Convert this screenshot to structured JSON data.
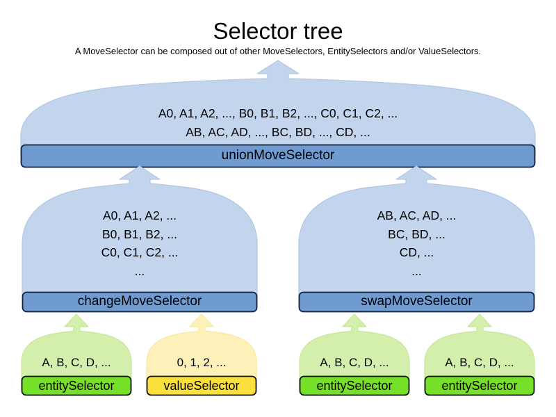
{
  "header": {
    "title": "Selector tree",
    "subtitle": "A MoveSelector can be composed out of other MoveSelectors, EntitySelectors and/or ValueSelectors."
  },
  "colors": {
    "move_dome_fill": "#c3d5ec",
    "move_dome_stroke": "#b0c6e2",
    "move_bar_fill": "#6f9bd1",
    "move_bar_stroke": "#14213a",
    "entity_dome_fill": "#d3efab",
    "entity_dome_stroke": "#c6e79b",
    "entity_bar_fill": "#76e028",
    "entity_bar_stroke": "#111111",
    "value_dome_fill": "#fdf0b8",
    "value_dome_stroke": "#fbe79f",
    "value_bar_fill": "#fbe03c",
    "value_bar_stroke": "#111111",
    "text": "#000000",
    "background": "#ffffff"
  },
  "nodes": {
    "union": {
      "label": "unionMoveSelector",
      "contents": "A0, A1, A2, ..., B0, B1, B2, ..., C0, C1, C2, ...\nAB, AC, AD, ..., BC, BD, ..., CD, ...",
      "kind": "move-selector"
    },
    "change": {
      "label": "changeMoveSelector",
      "contents": "A0, A1, A2, ...\nB0, B1, B2, ...\nC0, C1, C2, ...\n...",
      "kind": "move-selector"
    },
    "swap": {
      "label": "swapMoveSelector",
      "contents": "AB, AC, AD, ...\nBC, BD, ...\nCD, ...\n...",
      "kind": "move-selector"
    },
    "leaf1": {
      "label": "entitySelector",
      "contents": "A, B, C, D, ...",
      "kind": "entity-selector"
    },
    "leaf2": {
      "label": "valueSelector",
      "contents": "0, 1, 2, ...",
      "kind": "value-selector"
    },
    "leaf3": {
      "label": "entitySelector",
      "contents": "A, B, C, D, ...",
      "kind": "entity-selector"
    },
    "leaf4": {
      "label": "entitySelector",
      "contents": "A, B, C, D, ...",
      "kind": "entity-selector"
    }
  },
  "edges": [
    {
      "from": "change",
      "to": "union"
    },
    {
      "from": "swap",
      "to": "union"
    },
    {
      "from": "leaf1",
      "to": "change"
    },
    {
      "from": "leaf2",
      "to": "change"
    },
    {
      "from": "leaf3",
      "to": "swap"
    },
    {
      "from": "leaf4",
      "to": "swap"
    }
  ]
}
